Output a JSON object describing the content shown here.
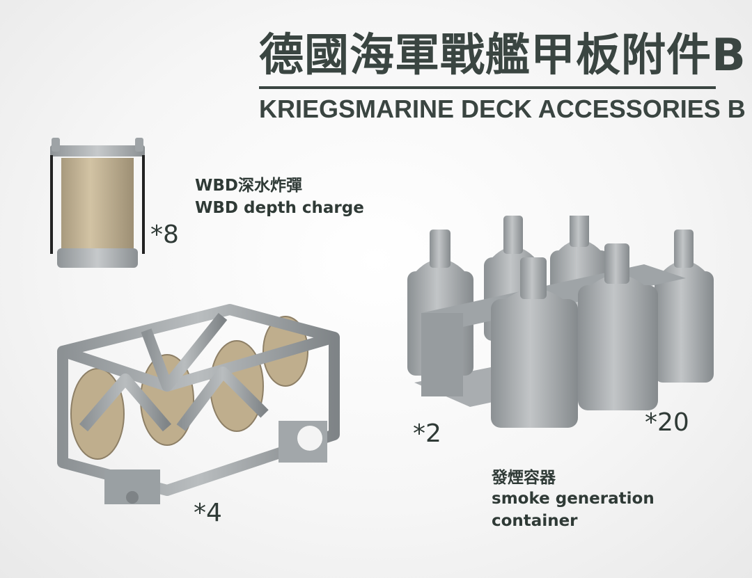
{
  "title": {
    "zh": "德國海軍戰艦甲板附件B",
    "en": "KRIEGSMARINE DECK ACCESSORIES B"
  },
  "items": [
    {
      "label_zh": "WBD深水炸彈",
      "label_en": "WBD depth charge",
      "count": "*8"
    },
    {
      "count": "*4"
    },
    {
      "count": "*2"
    },
    {
      "count": "*20"
    },
    {
      "label_zh": "發煙容器",
      "label_en": "smoke generation",
      "label_en_2": "container"
    }
  ],
  "colors": {
    "title": "#3a4541",
    "metal": "#a9adb0",
    "metal_dark": "#7f8487",
    "drum": "#c8b797"
  }
}
